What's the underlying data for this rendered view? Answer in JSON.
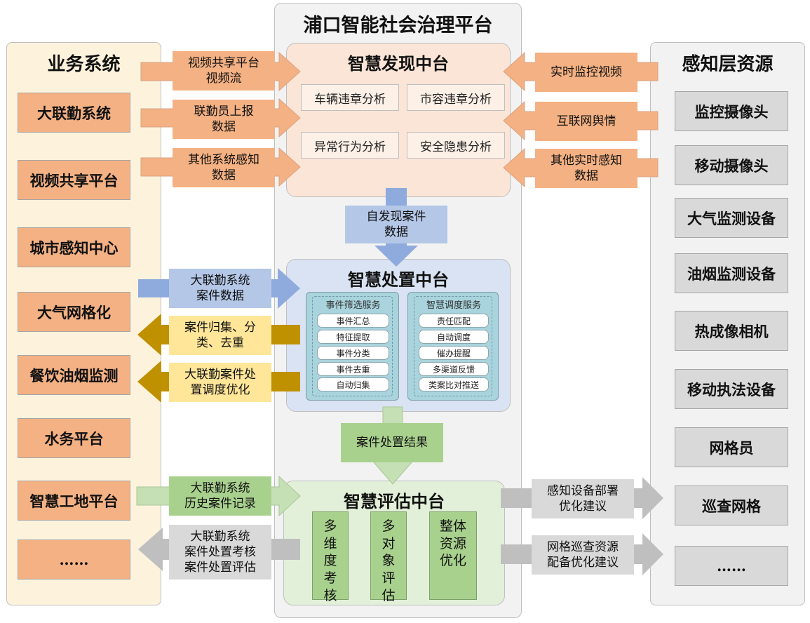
{
  "title": "浦口智能社会治理平台",
  "left_column": {
    "title": "业务系统",
    "items": [
      "大联勤系统",
      "视频共享平台",
      "城市感知中心",
      "大气网格化",
      "餐饮油烟监测",
      "水务平台",
      "智慧工地平台",
      "……"
    ]
  },
  "right_column": {
    "title": "感知层资源",
    "items": [
      "监控摄像头",
      "移动摄像头",
      "大气监测设备",
      "油烟监测设备",
      "热成像相机",
      "移动执法设备",
      "网格员",
      "巡查网格",
      "……"
    ]
  },
  "discovery_hub": {
    "title": "智慧发现中台",
    "analyses": [
      "车辆违章分析",
      "市容违章分析",
      "异常行为分析",
      "安全隐患分析"
    ]
  },
  "disposal_hub": {
    "title": "智慧处置中台",
    "screening_service": {
      "title": "事件筛选服务",
      "items": [
        "事件汇总",
        "特征提取",
        "事件分类",
        "事件去重",
        "自动归集"
      ]
    },
    "dispatch_service": {
      "title": "智慧调度服务",
      "items": [
        "责任匹配",
        "自动调度",
        "催办提醒",
        "多渠道反馈",
        "类案比对推送"
      ]
    }
  },
  "evaluation_hub": {
    "title": "智慧评估中台",
    "items": [
      "多维度考核",
      "多对象评估",
      "整体资源优化"
    ]
  },
  "flows": {
    "video_stream": [
      "视频共享平台",
      "视频流"
    ],
    "liaison_report": [
      "联勤员上报",
      "数据"
    ],
    "other_system_data": [
      "其他系统感知",
      "数据"
    ],
    "realtime_video": [
      "实时监控视频"
    ],
    "internet_opinion": [
      "互联网舆情"
    ],
    "other_realtime": [
      "其他实时感知",
      "数据"
    ],
    "self_discovered": [
      "自发现案件",
      "数据"
    ],
    "case_data": [
      "大联勤系统",
      "案件数据"
    ],
    "case_grouping": [
      "案件归集、分",
      "类、去重"
    ],
    "dispatch_optimize": [
      "大联勤案件处",
      "置调度优化"
    ],
    "disposal_result": [
      "案件处置结果"
    ],
    "history_records": [
      "大联勤系统",
      "历史案件记录"
    ],
    "assessment_out": [
      "大联勤系统",
      "案件处置考核",
      "案件处置评估"
    ],
    "sensor_deploy": [
      "感知设备部署",
      "优化建议"
    ],
    "patrol_optimize": [
      "网格巡查资源",
      "配备优化建议"
    ]
  },
  "colors": {
    "orange": "#f4b183",
    "blue": "#b4c7e7",
    "gold": "#bf9000",
    "green": "#a9d18e",
    "gray": "#bfbfbf"
  }
}
